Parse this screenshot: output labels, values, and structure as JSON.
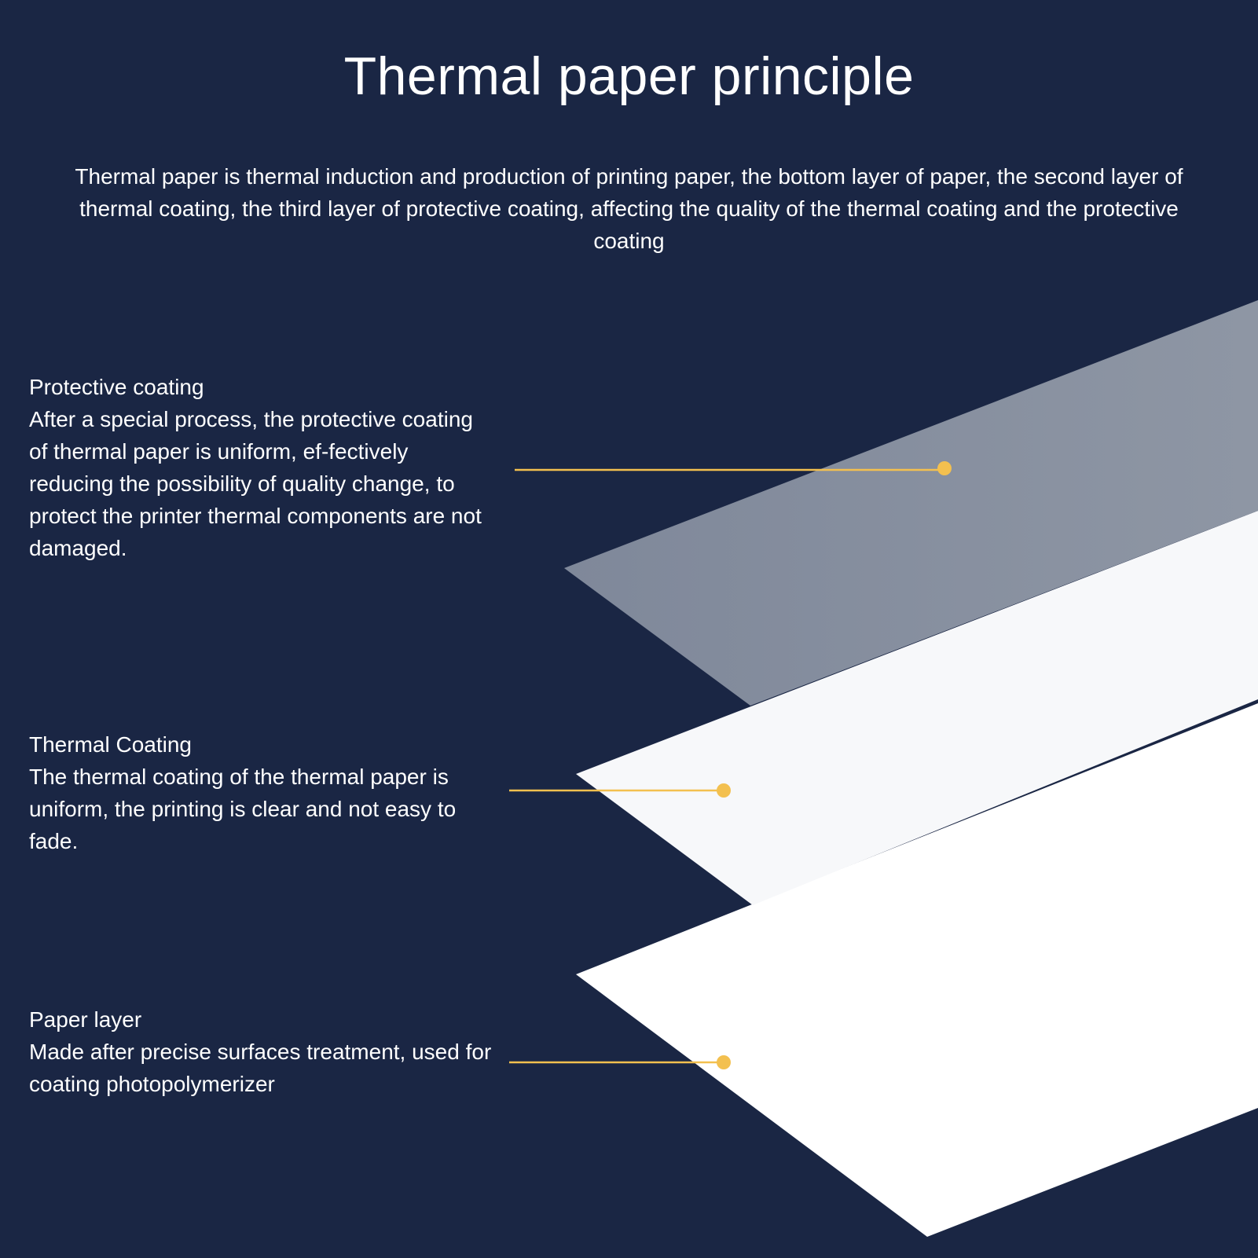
{
  "title": "Thermal paper principle",
  "intro": "Thermal paper is thermal induction and production of printing paper, the bottom layer of paper, the second layer of thermal coating, the third layer of protective coating, affecting the quality of the thermal coating and the protective coating",
  "layers": [
    {
      "title": "Protective coating",
      "description": "After a special process, the protective coating of thermal paper is uniform, ef-fectively reducing the possibility of quality change, to protect the printer thermal components are not damaged."
    },
    {
      "title": "Thermal Coating",
      "description": "The thermal coating of the thermal paper is uniform, the printing is clear and not easy to fade."
    },
    {
      "title": "Paper layer",
      "description": "Made after precise surfaces treatment, used for coating photopolymerizer"
    }
  ],
  "colors": {
    "background": "#1a2644",
    "protective_sheet": "#8b93a2",
    "thermal_sheet": "#f7f8fa",
    "paper_sheet": "#ffffff",
    "callout": "#f3c04f",
    "text": "#ffffff"
  }
}
